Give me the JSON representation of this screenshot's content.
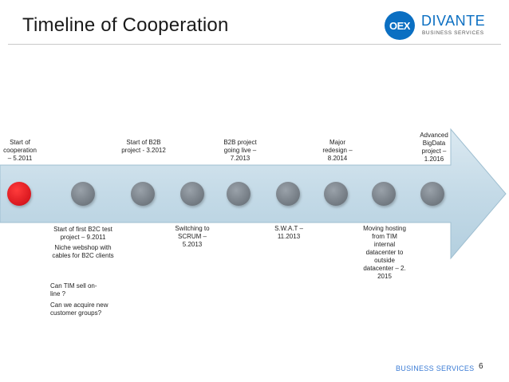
{
  "title": "Timeline of Cooperation",
  "logo": {
    "mark": "OEX",
    "name": "DIVANTE",
    "sub": "BUSINESS SERVICES"
  },
  "colors": {
    "active_dot": "#e8202a",
    "inactive_dot": "#7f8790",
    "arrow": "#c2d9e6",
    "brand": "#0b6fc2"
  },
  "milestones_top": {
    "m1": "Start of cooperation – 5.2011",
    "m2": "Start of B2B project - 3.2012",
    "m3": "B2B project going live – 7.2013",
    "m4": "Major redesign – 8.2014",
    "m5": "Advanced BigData project – 1.2016"
  },
  "milestones_bottom": {
    "b1": "Start of first B2C test project – 9.2011",
    "b1_note": "Niche webshop with cables for B2C clients",
    "q1": "Can TIM sell on-line ?",
    "q2": "Can we acquire new customer groups?",
    "b2": "Switching to SCRUM – 5.2013",
    "b3": "S.W.A.T – 11.2013",
    "b4": "Moving hosting from TIM internal datacenter to outside datacenter – 2. 2015"
  },
  "footer": {
    "brand": "BUSINESS SERVICES",
    "page": "6"
  }
}
